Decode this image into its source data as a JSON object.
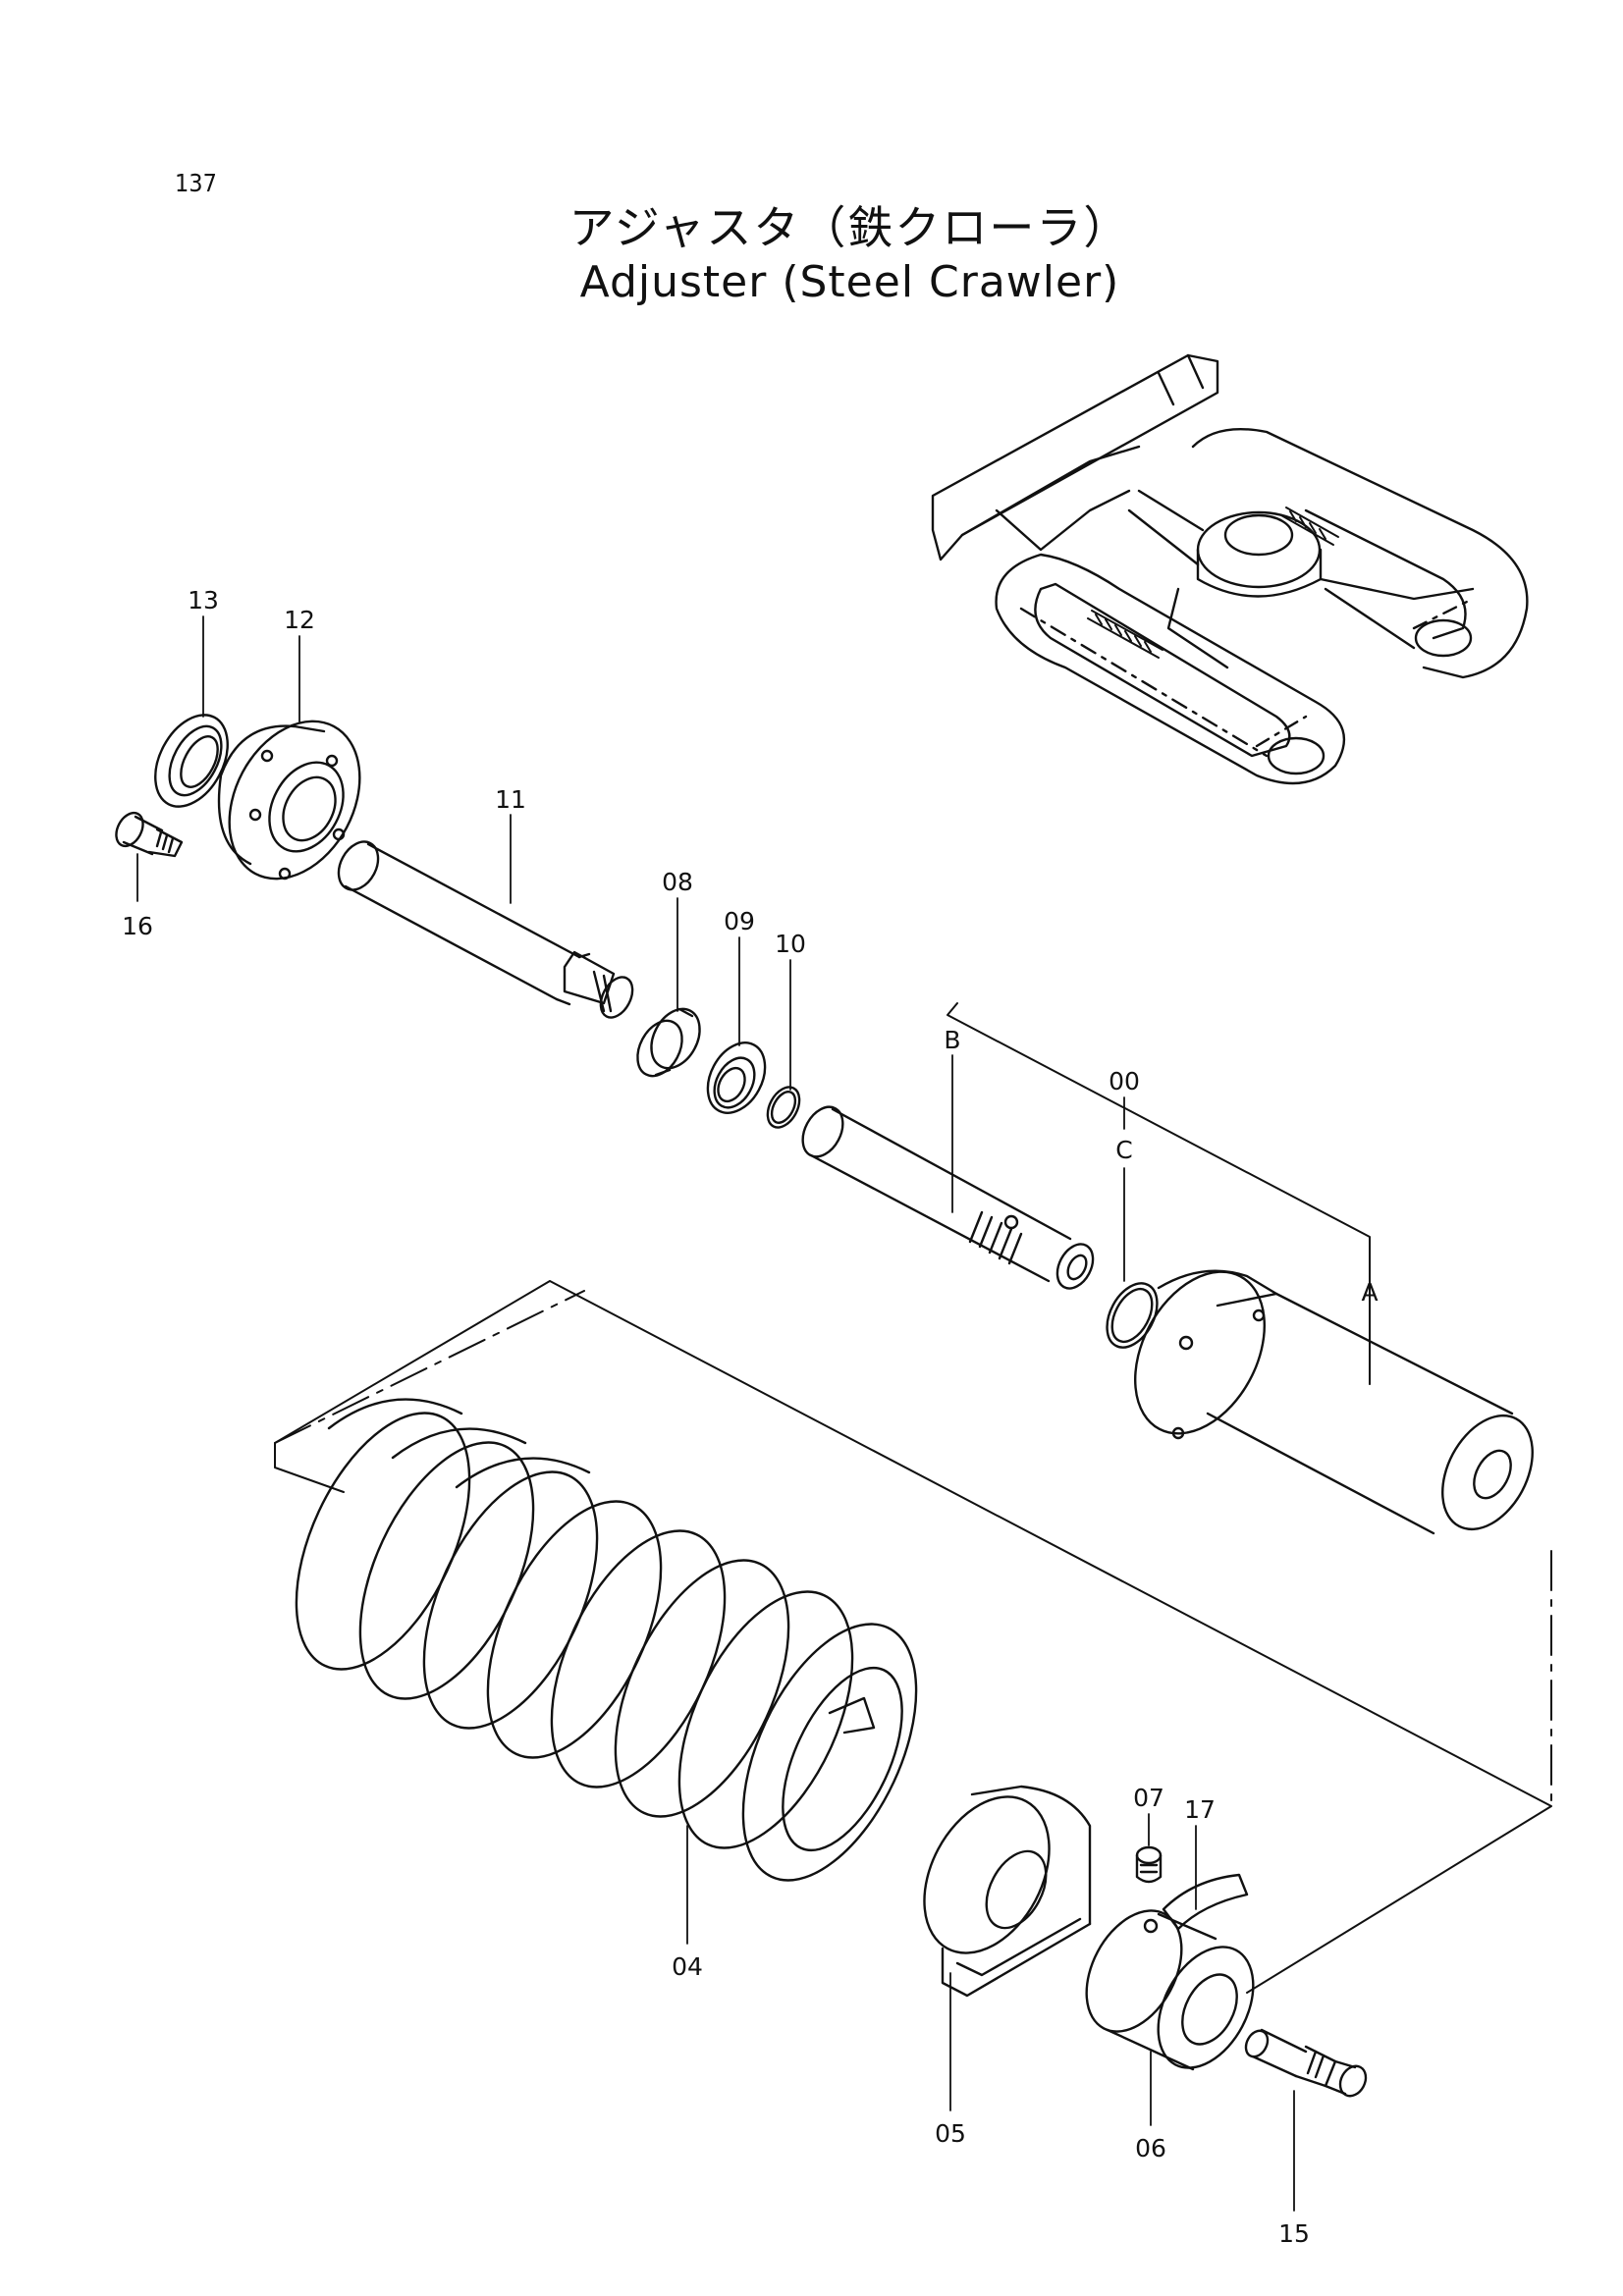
{
  "page": {
    "number": "137",
    "title_jp": "アジャスタ（鉄クローラ）",
    "title_en": "Adjuster (Steel Crawler)"
  },
  "callouts": {
    "p00": "00",
    "p04": "04",
    "p05": "05",
    "p06": "06",
    "p07": "07",
    "p08": "08",
    "p09": "09",
    "p10": "10",
    "p11": "11",
    "p12": "12",
    "p13": "13",
    "p15": "15",
    "p16": "16",
    "p17": "17",
    "sub_a": "A",
    "sub_b": "B",
    "sub_c": "C"
  }
}
